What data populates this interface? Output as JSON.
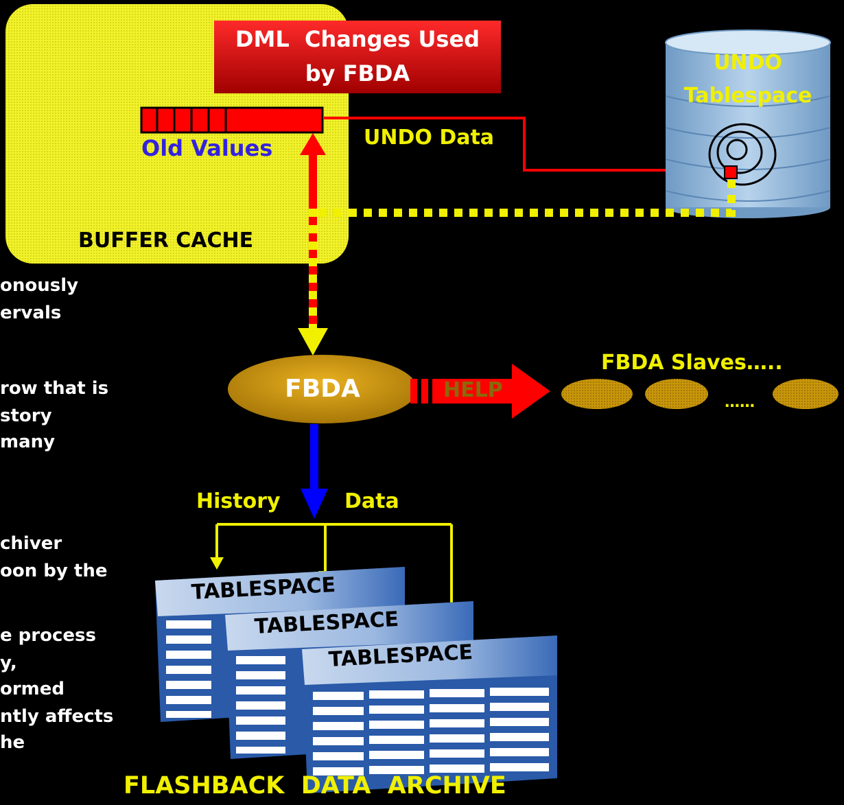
{
  "title_box": {
    "line1": "DML  Changes Used",
    "line2": "by FBDA"
  },
  "old_values": "Old Values",
  "buffer_cache": "BUFFER CACHE",
  "undo_data": "UNDO Data",
  "undo_tablespace": {
    "line1": "UNDO",
    "line2": "Tablespace"
  },
  "fbda": "FBDA",
  "help": "HELP",
  "fbda_slaves": "FBDA Slaves…..",
  "slaves_ellipsis": "……",
  "history": "History",
  "data": "Data",
  "tablespaces": [
    "TABLESPACE",
    "TABLESPACE",
    "TABLESPACE"
  ],
  "flashback_archive": "FLASHBACK  DATA  ARCHIVE",
  "left_fragments": [
    "onously",
    "ervals",
    "row that is",
    "story",
    "many",
    "chiver",
    "oon by the",
    "e process",
    "y,",
    "ormed",
    "ntly affects",
    "he"
  ],
  "colors": {
    "buffer_cache_fill": "#eeee22",
    "title_red": "#dd0000",
    "undo_blue": "#8ab4d8",
    "yellow_text": "#f0f000",
    "fbda_gold": "#c8960a",
    "arrow_blue": "#0000ff",
    "old_values_text": "#3322dd",
    "table_blue": "#2a5aa8"
  }
}
